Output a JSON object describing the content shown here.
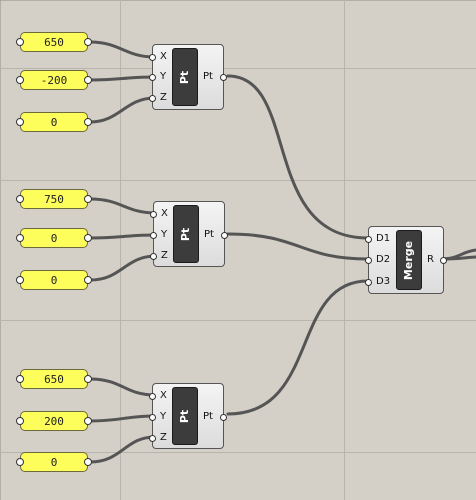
{
  "canvas": {
    "background": "#d4d0c8",
    "wire_color": "#555555",
    "panel_color": "#fdfd5c"
  },
  "panels": [
    {
      "id": "p1",
      "value": "650"
    },
    {
      "id": "p2",
      "value": "-200"
    },
    {
      "id": "p3",
      "value": "0"
    },
    {
      "id": "p4",
      "value": "750"
    },
    {
      "id": "p5",
      "value": "0"
    },
    {
      "id": "p6",
      "value": "0"
    },
    {
      "id": "p7",
      "value": "650"
    },
    {
      "id": "p8",
      "value": "200"
    },
    {
      "id": "p9",
      "value": "0"
    }
  ],
  "pt_components": [
    {
      "name": "Pt",
      "inputs": [
        "X",
        "Y",
        "Z"
      ],
      "output": "Pt"
    },
    {
      "name": "Pt",
      "inputs": [
        "X",
        "Y",
        "Z"
      ],
      "output": "Pt"
    },
    {
      "name": "Pt",
      "inputs": [
        "X",
        "Y",
        "Z"
      ],
      "output": "Pt"
    }
  ],
  "merge": {
    "name": "Merge",
    "inputs": [
      "D1",
      "D2",
      "D3"
    ],
    "output": "R"
  }
}
